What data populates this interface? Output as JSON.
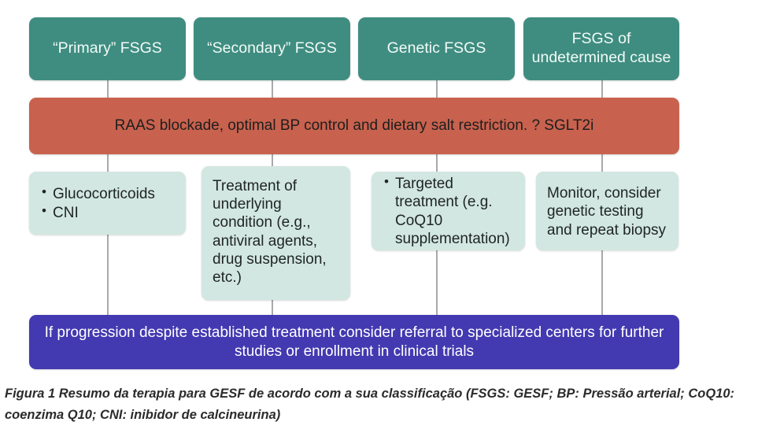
{
  "figure": {
    "caption": "Figura 1 Resumo da terapia para GESF de acordo com a sua classificação (FSGS: GESF; BP: Pressão arterial; CoQ10: coenzima Q10; CNI: inibidor de calcineurina)",
    "colors": {
      "teal": "#3f8d80",
      "salmon": "#c8624e",
      "mint": "#d2e7e1",
      "blue": "#4339b0",
      "connector": "#a9a9ac",
      "background": "#ffffff"
    }
  },
  "classification_row": {
    "boxes": [
      {
        "label": "“Primary” FSGS"
      },
      {
        "label": "“Secondary” FSGS"
      },
      {
        "label": "Genetic FSGS"
      },
      {
        "label": "FSGS of\nundetermined cause"
      }
    ]
  },
  "general_therapy": {
    "label": "RAAS blockade, optimal BP control and dietary salt restriction. ? SGLT2i"
  },
  "specific_therapy_row": {
    "boxes": [
      {
        "kind": "bullets",
        "items": [
          "Glucocorticoids",
          "CNI"
        ]
      },
      {
        "kind": "text",
        "label": "Treatment of underlying condition (e.g., antiviral agents, drug suspension, etc.)"
      },
      {
        "kind": "bullets",
        "items": [
          "Targeted treatment (e.g. CoQ10 supplementation)"
        ]
      },
      {
        "kind": "text",
        "label": "Monitor, consider genetic testing and repeat biopsy"
      }
    ]
  },
  "escalation": {
    "label": "If progression despite established treatment consider referral to specialized centers for further studies or enrollment in clinical trials"
  }
}
